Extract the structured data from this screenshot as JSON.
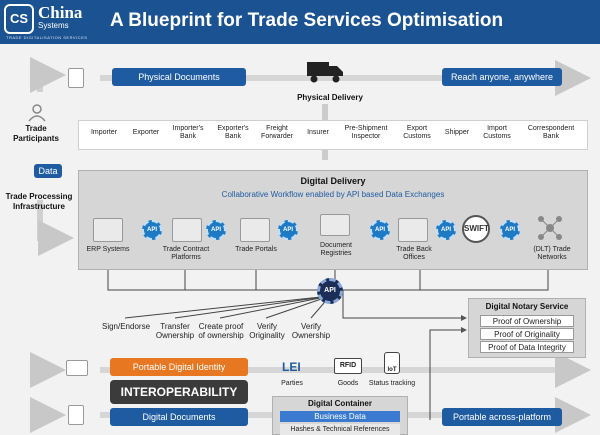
{
  "header": {
    "logo_mark": "CS",
    "logo_name": "China",
    "logo_sub": "Systems",
    "logo_tagline": "TRADE DIGITALISATION SERVICES",
    "title": "A Blueprint for Trade Services Optimisation"
  },
  "physical": {
    "documents_label": "Physical Documents",
    "reach_label": "Reach anyone, anywhere",
    "delivery_label": "Physical Delivery"
  },
  "left_labels": {
    "trade_participants": "Trade Participants",
    "data": "Data",
    "trade_infra": "Trade Processing Infrastructure"
  },
  "participants": [
    "Importer",
    "Exporter",
    "Importer's Bank",
    "Exporter's Bank",
    "Freight Forwarder",
    "Insurer",
    "Pre-Shipment Inspector",
    "Export Customs",
    "Shipper",
    "Import Customs",
    "Correspondent Bank"
  ],
  "digital_delivery": {
    "title": "Digital Delivery",
    "subtitle": "Collaborative Workflow enabled by API based Data Exchanges",
    "api_label": "API",
    "systems": [
      "ERP Systems",
      "Trade Contract Platforms",
      "Trade Portals",
      "Document Registries",
      "Trade Back Offices",
      "(DLT) Trade Networks"
    ],
    "swift_label": "SWIFT"
  },
  "actions": [
    "Sign/Endorse",
    "Transfer Ownership",
    "Create proof of ownership",
    "Verify Originality",
    "Verify Ownership"
  ],
  "notary": {
    "title": "Digital Notary Service",
    "items": [
      "Proof of Ownership",
      "Proof of Originality",
      "Proof of Data Integrity"
    ]
  },
  "bottom": {
    "portable_identity": "Portable Digital Identity",
    "interoperability": "INTEROPERABILITY",
    "digital_documents": "Digital Documents",
    "portable_platform": "Portable across-platform",
    "lei_label": "LEI",
    "rfid_label": "RFID",
    "iot_label": "IoT",
    "parties": "Parties",
    "goods": "Goods",
    "status_tracking": "Status tracking"
  },
  "container": {
    "title": "Digital Container",
    "business_data": "Business Data",
    "hashes": "Hashes & Technical References"
  },
  "colors": {
    "header_blue": "#1b5291",
    "pill_blue": "#1f5ba1",
    "orange": "#e87722",
    "dark": "#3b3b3b",
    "api_blue": "#1f7ac6",
    "api_dark": "#1c2e57"
  }
}
